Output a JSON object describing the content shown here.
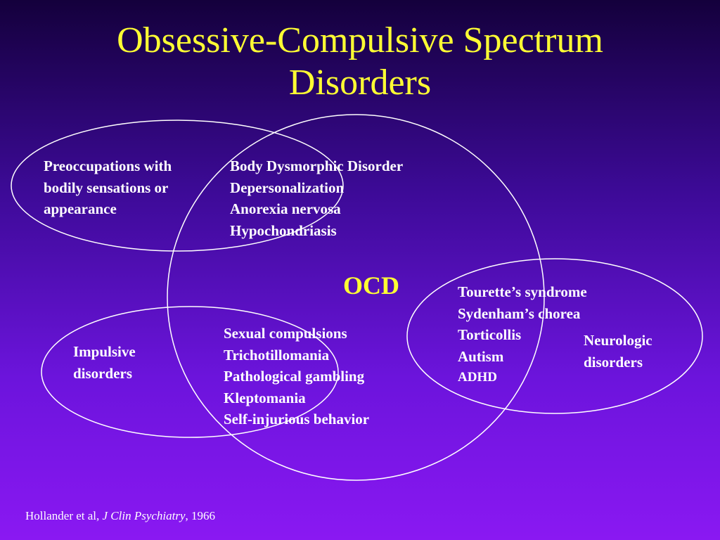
{
  "title": {
    "line1": "Obsessive-Compulsive Spectrum",
    "line2": "Disorders"
  },
  "diagram": {
    "center_label": "OCD",
    "somatic": {
      "region_label": [
        "Preoccupations with",
        "bodily sensations or",
        "appearance"
      ],
      "overlap_items": [
        "Body Dysmorphic Disorder",
        "Depersonalization",
        "Anorexia nervosa",
        "Hypochondriasis"
      ]
    },
    "impulsive": {
      "region_label": [
        "Impulsive",
        "disorders"
      ],
      "overlap_items": [
        "Sexual compulsions",
        "Trichotillomania",
        "Pathological gambling",
        "Kleptomania",
        "Self-injurious behavior"
      ]
    },
    "neurologic": {
      "region_label": [
        "Neurologic",
        "disorders"
      ],
      "overlap_items": [
        "Tourette’s syndrome",
        "Sydenham’s chorea",
        "Torticollis",
        "Autism",
        "ADHD"
      ]
    }
  },
  "citation": {
    "authors": "Hollander et al, ",
    "journal": "J Clin Psychiatry",
    "year": ", 1966"
  },
  "colors": {
    "title": "#ffff33",
    "text": "#ffffff",
    "outline": "#ffffff",
    "background_top": "#14003c",
    "background_bottom": "#8a18f2"
  }
}
